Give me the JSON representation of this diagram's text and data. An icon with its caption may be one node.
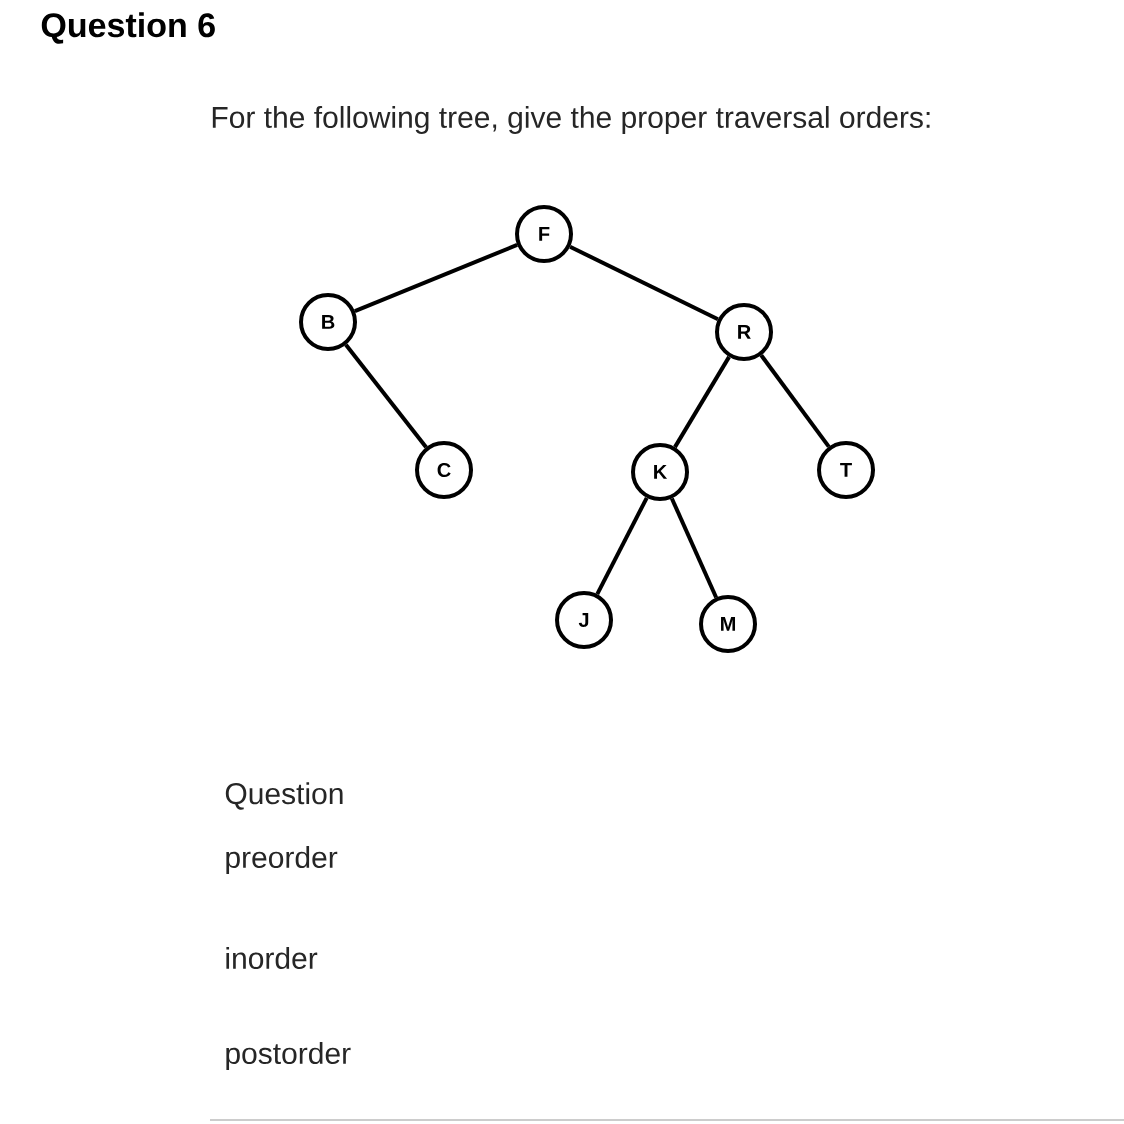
{
  "diagram": {
    "title": "Question 6",
    "nodes": [
      {
        "text": [
          "F"
        ]
      },
      {
        "text": [
          "B"
        ]
      },
      {
        "text": [
          "R"
        ]
      },
      {
        "text": [
          "C"
        ]
      },
      {
        "text": [
          "K"
        ]
      },
      {
        "text": [
          "T"
        ]
      },
      {
        "text": [
          "J"
        ]
      },
      {
        "text": [
          "M"
        ]
      }
    ],
    "edges": [
      {
        "from": 0,
        "to": 1,
        "arrow": "none"
      },
      {
        "from": 0,
        "to": 2,
        "arrow": "none"
      },
      {
        "from": 1,
        "to": 3,
        "arrow": "none"
      },
      {
        "from": 2,
        "to": 4,
        "arrow": "none"
      },
      {
        "from": 2,
        "to": 5,
        "arrow": "none"
      },
      {
        "from": 4,
        "to": 6,
        "arrow": "none"
      },
      {
        "from": 4,
        "to": 7,
        "arrow": "none"
      }
    ],
    "labels": [
      "For the following tree, give the proper traversal orders:",
      "Question",
      "preorder",
      "inorder",
      "postorder"
    ]
  }
}
